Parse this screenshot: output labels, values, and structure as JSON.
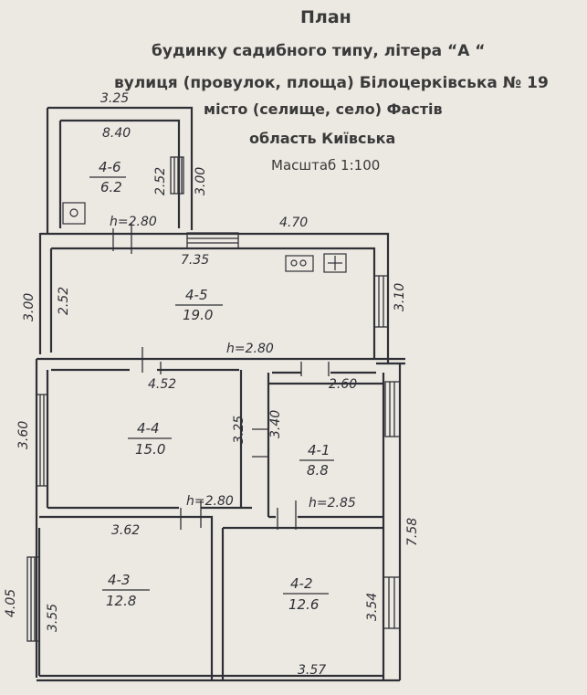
{
  "header": {
    "title": "План",
    "line1": "будинку  садибного  типу, літера  “А “",
    "line2": "вулиця (провулок, площа) Білоцерківська № 19",
    "line3": "місто (селище, село) Фастів",
    "line4": "область Київська",
    "scale": "Масштаб 1:100"
  },
  "dimensions": {
    "top_left_width": "3.25",
    "room6_width": "8.40",
    "room6_inner_height": "2.52",
    "room6_outer_height": "3.00",
    "h_room6": "h=2.80",
    "top_right_width": "4.70",
    "room5_width": "7.35",
    "room5_left_outer": "3.00",
    "room5_left_inner": "2.52",
    "room5_right": "3.10",
    "h_room5": "h=2.80",
    "room4_width": "4.52",
    "room1_width": "2.60",
    "left_mid": "3.60",
    "room4_right": "3.25",
    "room1_left": "3.40",
    "h_room4": "h=2.80",
    "h_room1": "h=2.85",
    "right_long": "7.58",
    "room3_width": "3.62",
    "left_bottom_outer": "4.05",
    "room3_left": "3.55",
    "room2_right": "3.54",
    "room2_width": "3.57"
  },
  "rooms": [
    {
      "id": "4-6",
      "area": "6.2"
    },
    {
      "id": "4-5",
      "area": "19.0"
    },
    {
      "id": "4-4",
      "area": "15.0"
    },
    {
      "id": "4-1",
      "area": "8.8"
    },
    {
      "id": "4-3",
      "area": "12.8"
    },
    {
      "id": "4-2",
      "area": "12.6"
    }
  ]
}
